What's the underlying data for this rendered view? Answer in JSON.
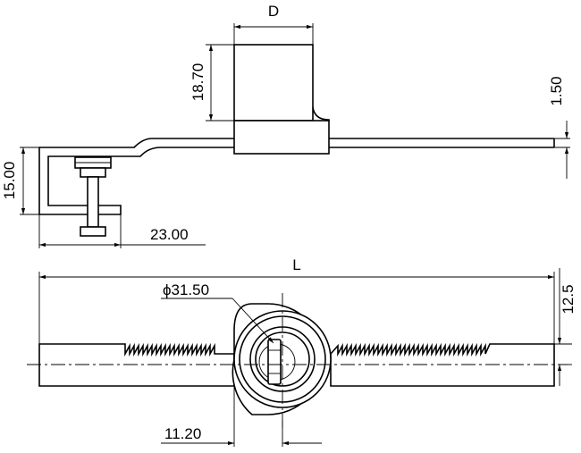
{
  "drawing": {
    "labels": {
      "diameter_D": "D",
      "height": "18.70",
      "thickness": "1.50",
      "clamp_height": "15.00",
      "clamp_length": "23.00",
      "overall_length": "L",
      "cylinder_diameter": "ϕ31.50",
      "half_width": "12.5",
      "offset": "11.20"
    }
  }
}
